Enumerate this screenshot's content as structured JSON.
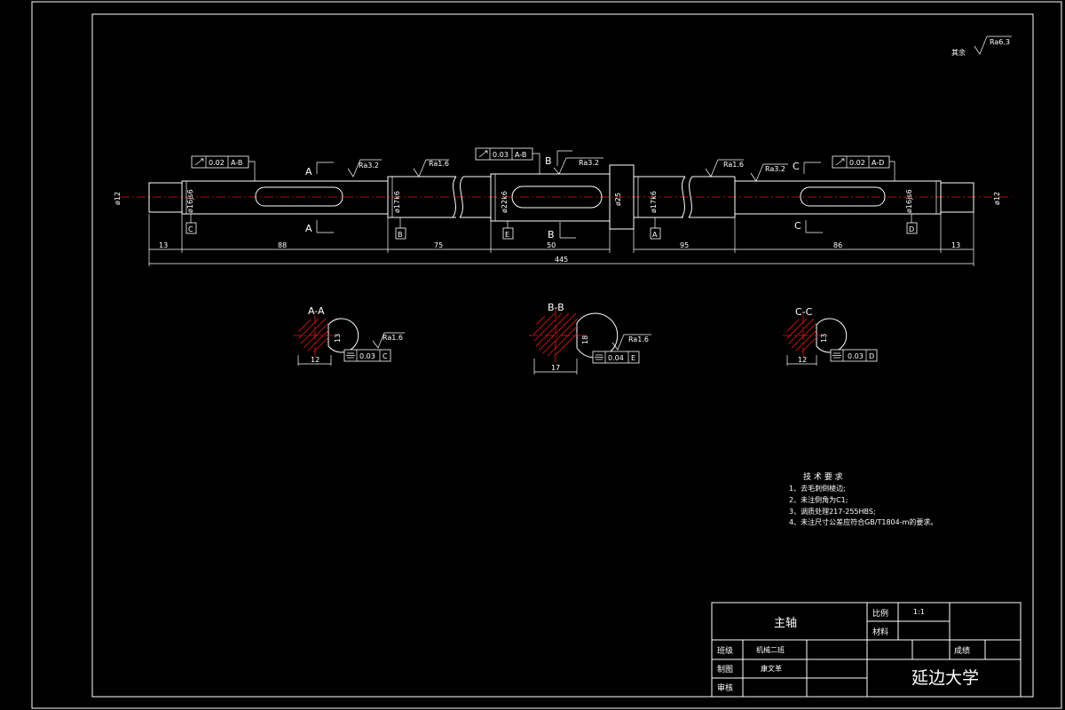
{
  "note_other_roughness": "其余",
  "ra_other": "Ra6.3",
  "runout_1": "0.02",
  "runout_1_datum": "A-B",
  "runout_2": "0.03",
  "runout_2_datum": "A-B",
  "runout_3": "0.02",
  "runout_3_datum": "A-D",
  "ra_32": "Ra3.2",
  "ra_16": "Ra1.6",
  "sec_a": "A",
  "sec_b": "B",
  "sec_c": "C",
  "datum_a": "A",
  "datum_b": "B",
  "datum_c": "C",
  "datum_d": "D",
  "datum_e": "E",
  "dia_12_left": "ø12",
  "dia_12_right": "ø12",
  "dia_16_left": "ø16js6",
  "dia_17_left": "ø17k6",
  "dia_22": "ø22k6",
  "dia_25": "ø25",
  "dia_17_right": "ø17k6",
  "dia_16_right": "ø16js6",
  "dim_13_left": "13",
  "dim_88": "88",
  "dim_75": "75",
  "dim_50": "50",
  "dim_95": "95",
  "dim_86": "86",
  "dim_13_right": "13",
  "dim_total": "445",
  "sec_aa": "A-A",
  "sec_bb": "B-B",
  "sec_cc": "C-C",
  "aa_width": "12",
  "aa_depth": "13",
  "aa_sym": "0.03",
  "aa_sym_datum": "C",
  "bb_width": "17",
  "bb_depth": "18",
  "bb_sym": "0.04",
  "bb_sym_datum": "E",
  "cc_width": "12",
  "cc_depth": "13",
  "cc_sym": "0.03",
  "cc_sym_datum": "D",
  "tech_title": "技 术 要 求",
  "tech_1": "1、去毛刺倒棱边;",
  "tech_2": "2、未注倒角为C1;",
  "tech_3": "3、调质处理217-255HBS;",
  "tech_4": "4、未注尺寸公差应符合GB/T1804-m的要求。",
  "tb_part_name": "主轴",
  "tb_scale_label": "比例",
  "tb_scale_value": "1:1",
  "tb_material_label": "材料",
  "tb_grade_label": "成绩",
  "tb_class_label": "班级",
  "tb_class_value": "机械二班",
  "tb_drawn_label": "制图",
  "tb_drawn_value": "康文革",
  "tb_check_label": "审核",
  "tb_school": "延边大学"
}
